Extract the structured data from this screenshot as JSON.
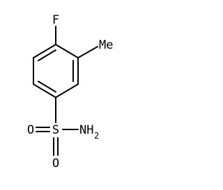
{
  "molecule": {
    "atoms": {
      "fluorine": "F",
      "methyl": "Me",
      "sulfur": "S",
      "oxygen_left": "O",
      "oxygen_bottom": "O",
      "amine": "NH",
      "amine_subscript": "2"
    }
  }
}
